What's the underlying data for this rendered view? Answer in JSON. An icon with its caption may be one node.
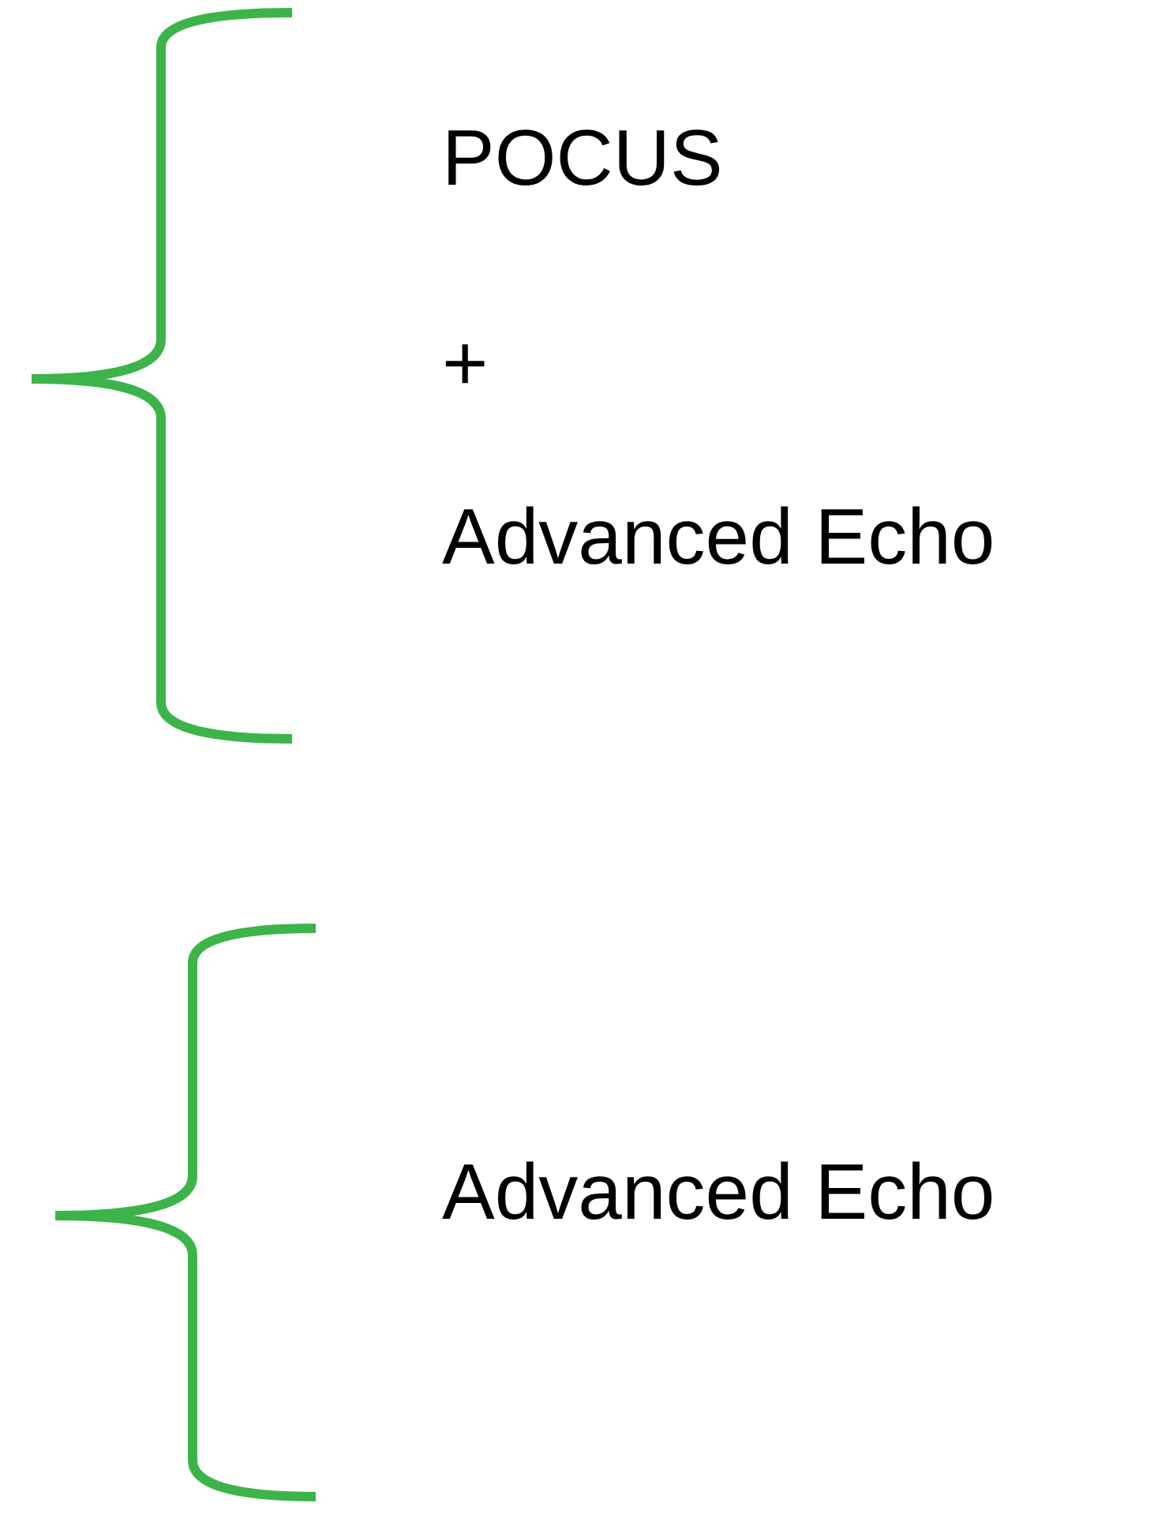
{
  "diagram": {
    "labels": [
      "POCUS",
      "+",
      "Advanced Echo",
      "Advanced Echo"
    ]
  }
}
